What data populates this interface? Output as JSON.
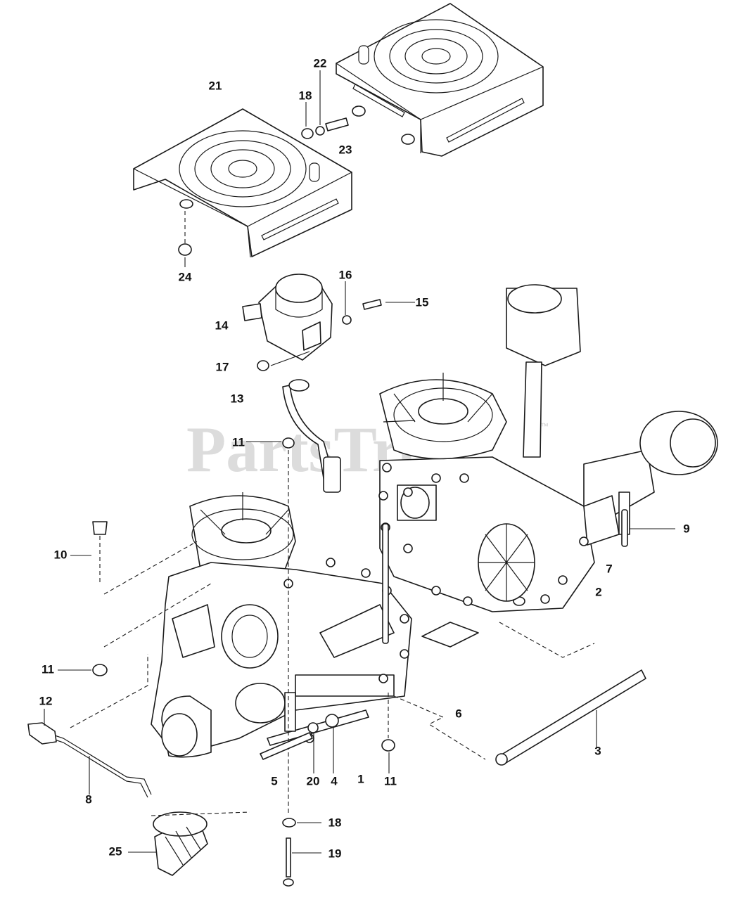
{
  "watermark": {
    "text": "PartsTree",
    "trademark": "™"
  },
  "callouts": {
    "c1": "1",
    "c2": "2",
    "c3": "3",
    "c4": "4",
    "c5": "5",
    "c6": "6",
    "c7": "7",
    "c8": "8",
    "c9": "9",
    "c10": "10",
    "c11a": "11",
    "c11b": "11",
    "c11c": "11",
    "c12": "12",
    "c13": "13",
    "c14": "14",
    "c15": "15",
    "c16": "16",
    "c17": "17",
    "c18a": "18",
    "c18b": "18",
    "c19": "19",
    "c20": "20",
    "c21": "21",
    "c22": "22",
    "c23": "23",
    "c24": "24",
    "c25": "25"
  }
}
